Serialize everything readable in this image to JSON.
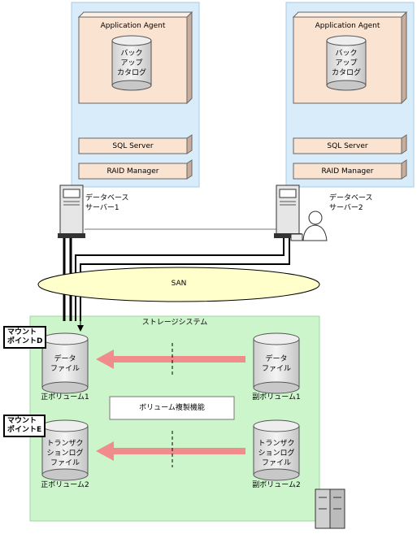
{
  "servers": [
    {
      "agent_label": "Application Agent",
      "catalog": "バック\nアップ\nカタログ",
      "sql_label": "SQL Server",
      "raid_label": "RAID Manager",
      "host_label": "データベース\nサーバー1"
    },
    {
      "agent_label": "Application Agent",
      "catalog": "バック\nアップ\nカタログ",
      "sql_label": "SQL Server",
      "raid_label": "RAID Manager",
      "host_label": "データベース\nサーバー2"
    }
  ],
  "san_label": "SAN",
  "storage": {
    "title": "ストレージシステム",
    "function_label": "ボリューム複製機能",
    "mount_d": "マウント\nポイントD",
    "mount_e": "マウント\nポイントE",
    "primary1": {
      "content": "データ\nファイル",
      "caption": "正ボリューム1"
    },
    "secondary1": {
      "content": "データ\nファイル",
      "caption": "副ボリューム1"
    },
    "primary2": {
      "content": "トランザク\nションログ\nファイル",
      "caption": "正ボリューム2"
    },
    "secondary2": {
      "content": "トランザク\nションログ\nファイル",
      "caption": "副ボリューム2"
    }
  },
  "colors": {
    "server_bg": "#d9ecfa",
    "storage_bg": "#ccf5cc",
    "component_bg": "#fbe3d2",
    "san_fill": "#ffffcc",
    "arrow": "#f08c8c"
  }
}
